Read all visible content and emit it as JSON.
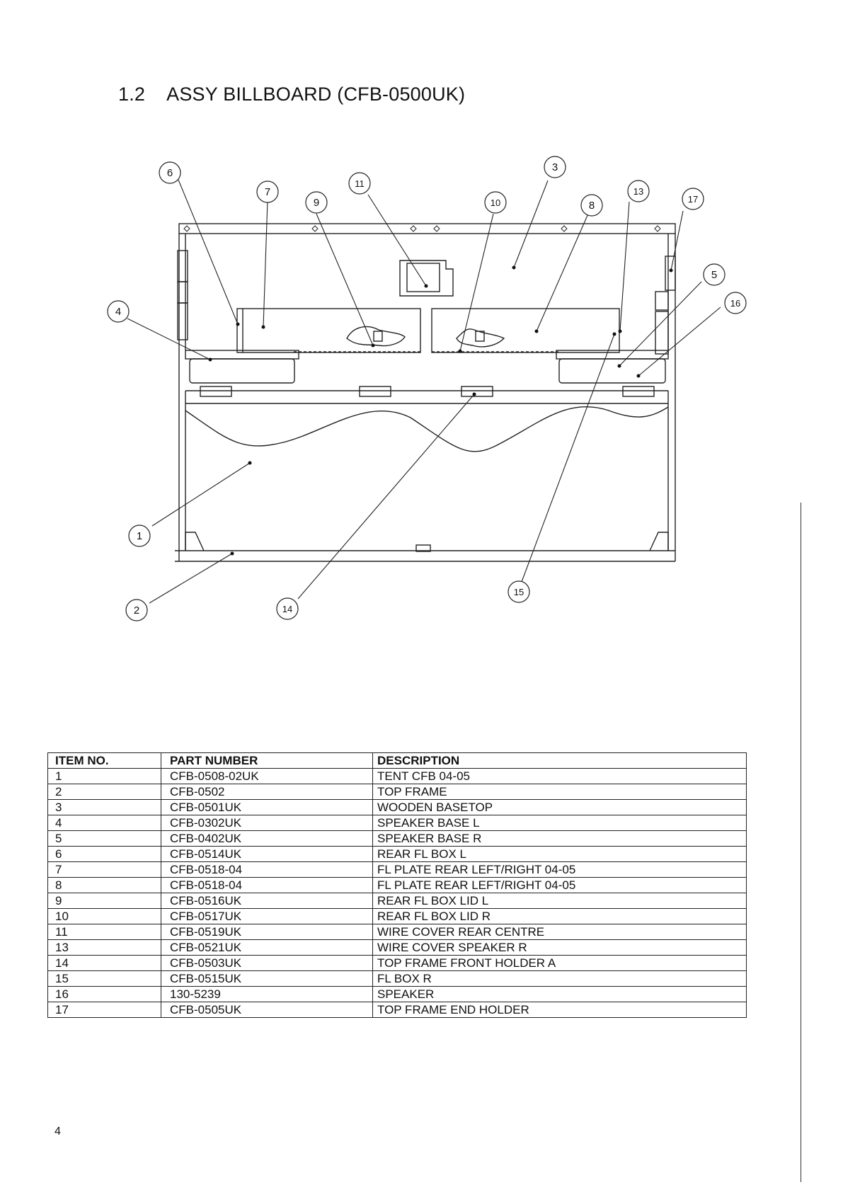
{
  "heading": {
    "number": "1.2",
    "text": "ASSY BILLBOARD (CFB-0500UK)"
  },
  "callouts": [
    "1",
    "2",
    "3",
    "4",
    "5",
    "6",
    "7",
    "8",
    "9",
    "10",
    "11",
    "13",
    "14",
    "15",
    "16",
    "17"
  ],
  "table": {
    "headers": {
      "item": "ITEM NO.",
      "part": "PART NUMBER",
      "desc": "DESCRIPTION"
    },
    "rows": [
      {
        "item": "1",
        "part": "CFB-0508-02UK",
        "desc": "TENT CFB 04-05"
      },
      {
        "item": "2",
        "part": "CFB-0502",
        "desc": "TOP FRAME"
      },
      {
        "item": "3",
        "part": "CFB-0501UK",
        "desc": "WOODEN BASETOP"
      },
      {
        "item": "4",
        "part": "CFB-0302UK",
        "desc": "SPEAKER BASE L"
      },
      {
        "item": "5",
        "part": "CFB-0402UK",
        "desc": "SPEAKER BASE R"
      },
      {
        "item": "6",
        "part": "CFB-0514UK",
        "desc": "REAR FL BOX L"
      },
      {
        "item": "7",
        "part": "CFB-0518-04",
        "desc": "FL PLATE REAR LEFT/RIGHT 04-05"
      },
      {
        "item": "8",
        "part": "CFB-0518-04",
        "desc": "FL PLATE REAR LEFT/RIGHT 04-05"
      },
      {
        "item": "9",
        "part": "CFB-0516UK",
        "desc": "REAR FL BOX LID L"
      },
      {
        "item": "10",
        "part": "CFB-0517UK",
        "desc": "REAR FL BOX LID R"
      },
      {
        "item": "11",
        "part": "CFB-0519UK",
        "desc": "WIRE COVER REAR CENTRE"
      },
      {
        "item": "13",
        "part": "CFB-0521UK",
        "desc": "WIRE COVER SPEAKER R"
      },
      {
        "item": "14",
        "part": "CFB-0503UK",
        "desc": "TOP FRAME FRONT HOLDER A"
      },
      {
        "item": "15",
        "part": "CFB-0515UK",
        "desc": "FL BOX R"
      },
      {
        "item": "16",
        "part": "130-5239",
        "desc": "SPEAKER"
      },
      {
        "item": "17",
        "part": "CFB-0505UK",
        "desc": "TOP FRAME END HOLDER"
      }
    ]
  },
  "page_number": "4"
}
